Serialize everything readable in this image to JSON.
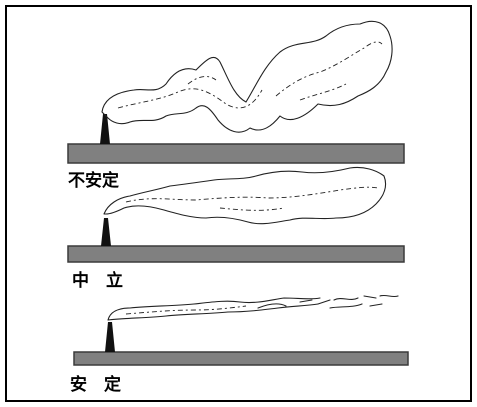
{
  "panels": [
    {
      "id": "unstable",
      "label": "不安定"
    },
    {
      "id": "neutral",
      "label": "中　立"
    },
    {
      "id": "stable",
      "label": "安　定"
    }
  ],
  "colors": {
    "ground": "#808080",
    "ground_edge": "#3a3a3a",
    "ink": "#111111",
    "frame": "#000000"
  }
}
